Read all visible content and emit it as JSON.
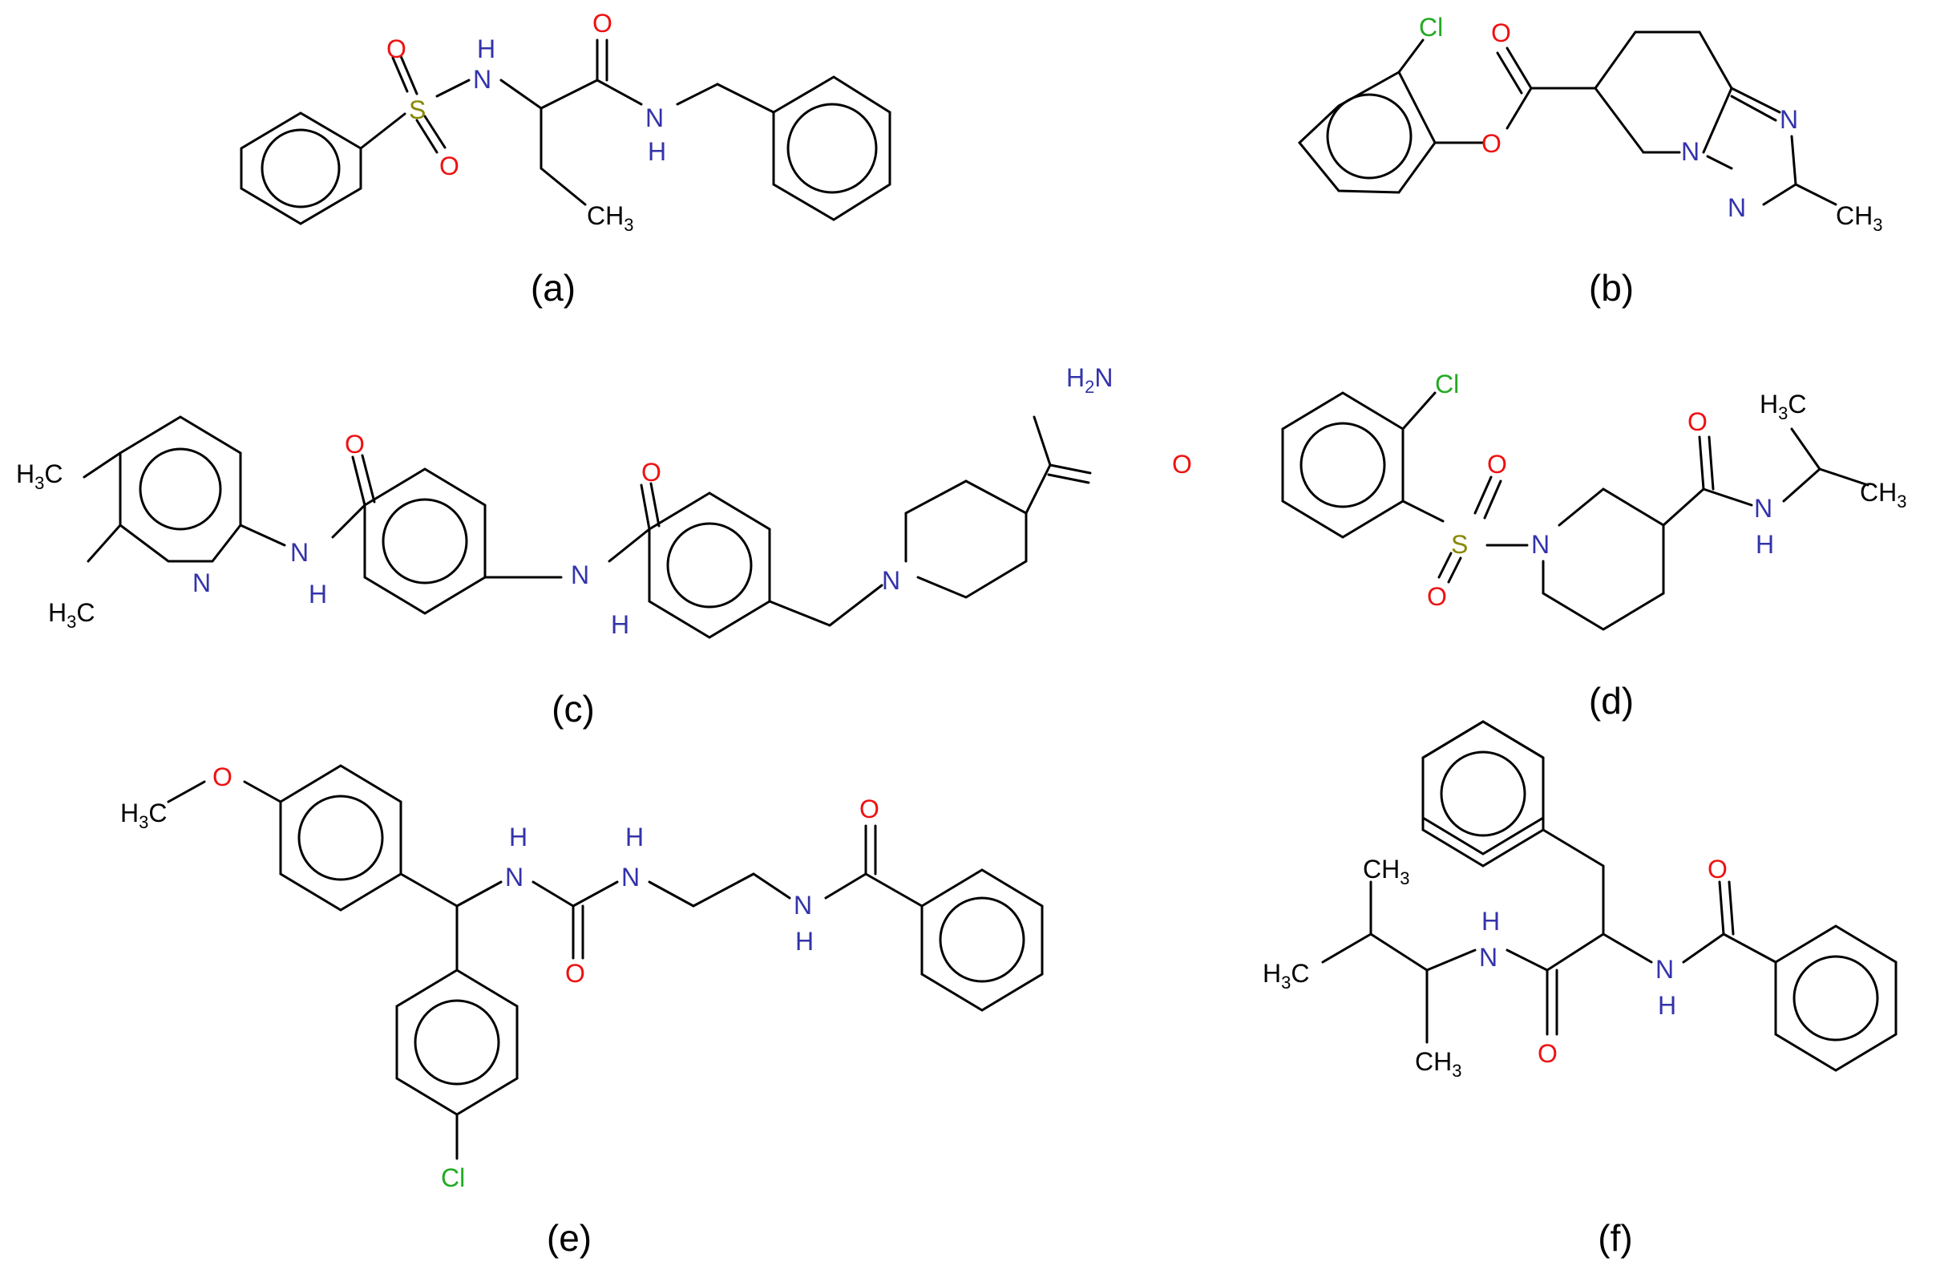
{
  "colors": {
    "carbon": "#000000",
    "nitrogen": "#3333aa",
    "oxygen": "#ee1111",
    "sulfur": "#888800",
    "chlorine": "#22aa22"
  },
  "molecules": [
    {
      "caption": "(a)",
      "atoms": {
        "o1": "O",
        "o2": "O",
        "o3": "O",
        "s": "S",
        "nh1": "H",
        "n1": "N",
        "n2": "N",
        "nh2": "H",
        "me": "CH",
        "me_sub": "3"
      }
    },
    {
      "caption": "(b)",
      "atoms": {
        "cl": "Cl",
        "o1": "O",
        "o2": "O",
        "n1": "N",
        "n2": "N",
        "n3": "N",
        "me": "CH",
        "me_sub": "3"
      }
    },
    {
      "caption": "(c)",
      "atoms": {
        "me1": "H",
        "me1_sub": "3",
        "me1_c": "C",
        "me2": "H",
        "me2_sub": "3",
        "me2_c": "C",
        "npy": "N",
        "o1": "O",
        "n1": "N",
        "nh1": "H",
        "o2": "O",
        "n2": "N",
        "nh2": "H",
        "npip": "N",
        "nh2t": "H",
        "nh2t_sub": "2",
        "nh2t_n": "N",
        "o3": "O"
      }
    },
    {
      "caption": "(d)",
      "atoms": {
        "cl": "Cl",
        "o1": "O",
        "o2": "O",
        "s": "S",
        "n1": "N",
        "o3": "O",
        "n2": "N",
        "nh": "H",
        "me1": "H",
        "me1_sub": "3",
        "me1_c": "C",
        "me2": "CH",
        "me2_sub": "3"
      }
    },
    {
      "caption": "(e)",
      "atoms": {
        "me": "H",
        "me_sub": "3",
        "me_c": "C",
        "o1": "O",
        "nh1": "H",
        "n1": "N",
        "nh2": "H",
        "n2": "N",
        "o2": "O",
        "n3": "N",
        "nh3": "H",
        "o3": "O",
        "cl": "Cl"
      }
    },
    {
      "caption": "(f)",
      "atoms": {
        "me1": "CH",
        "me1_sub": "3",
        "me2": "H",
        "me2_sub": "3",
        "me2_c": "C",
        "me3": "CH",
        "me3_sub": "3",
        "nh1": "H",
        "n1": "N",
        "o1": "O",
        "n2": "N",
        "nh2": "H",
        "o2": "O"
      }
    }
  ]
}
